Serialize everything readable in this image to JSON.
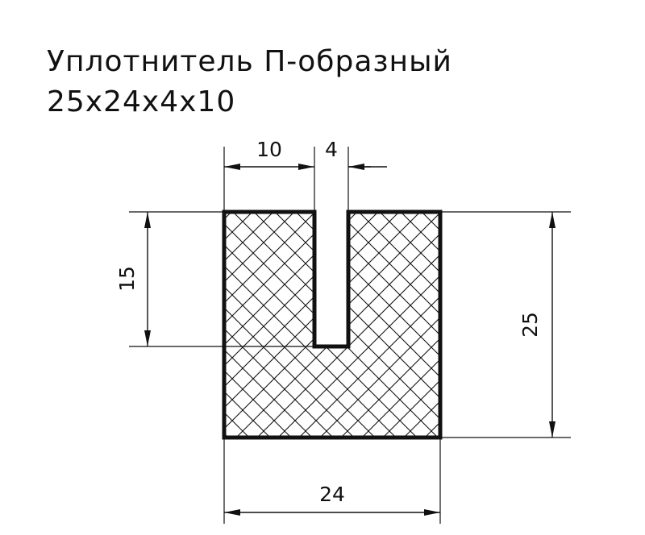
{
  "title": {
    "line1": "Уплотнитель П-образный",
    "line2": "25x24x4x10"
  },
  "dimensions": {
    "top_left_width": "10",
    "slot_width": "4",
    "slot_depth": "15",
    "total_height": "25",
    "total_width": "24"
  },
  "colors": {
    "line": "#111111",
    "background": "#ffffff"
  }
}
